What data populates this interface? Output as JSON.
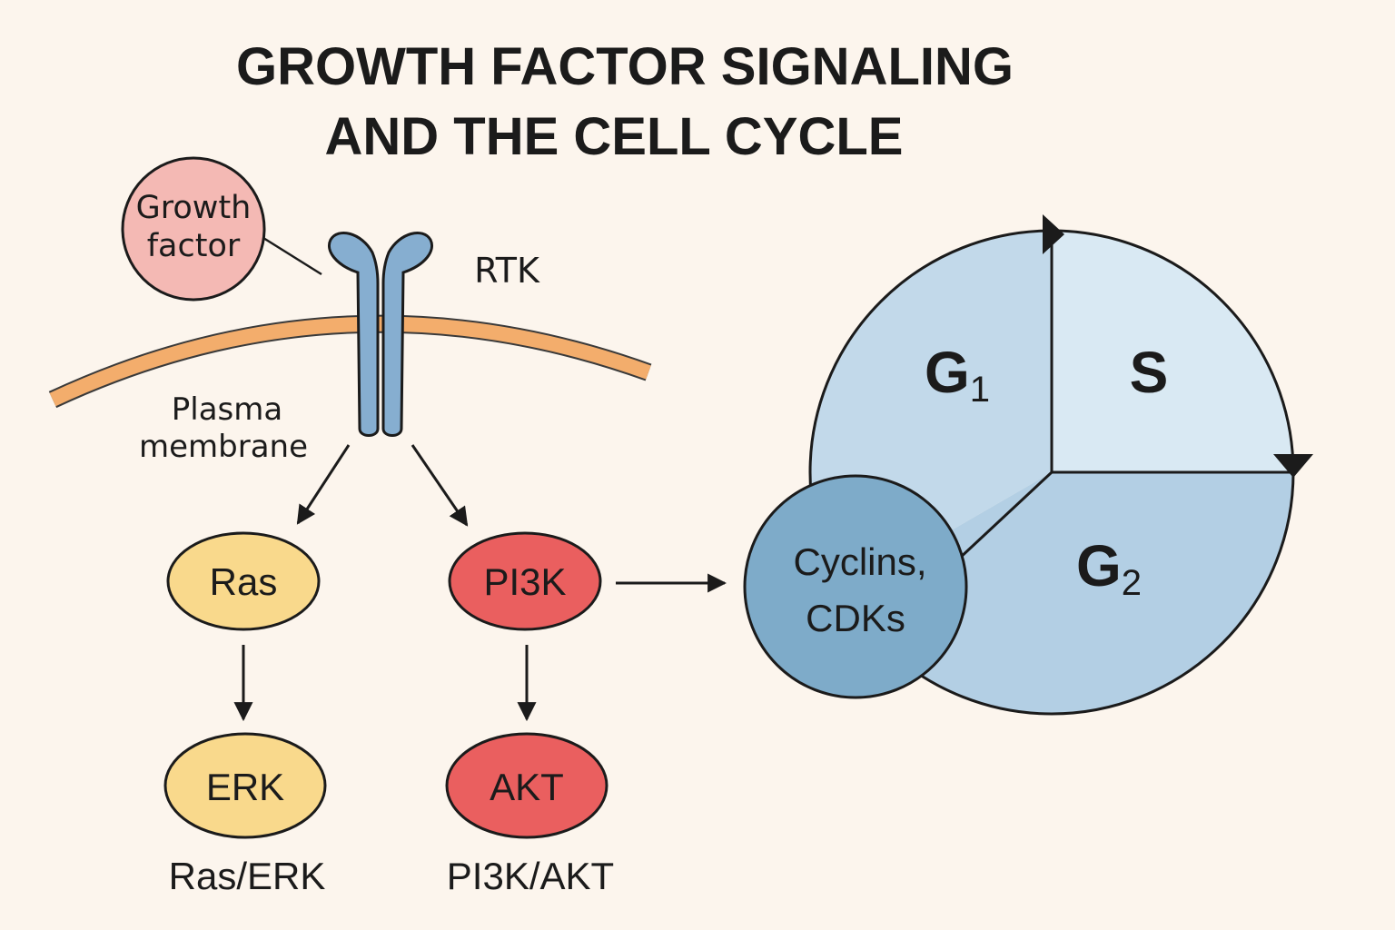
{
  "title": {
    "line1": "GROWTH FACTOR SIGNALING",
    "line2": "AND THE CELL CYCLE"
  },
  "growth_factor": {
    "line1": "Growth",
    "line2": "factor"
  },
  "receptor": {
    "label": "RTK"
  },
  "membrane": {
    "line1": "Plasma",
    "line2": "membrane"
  },
  "nodes": {
    "ras": "Ras",
    "erk": "ERK",
    "pi3k": "PI3K",
    "akt": "AKT"
  },
  "pathways": {
    "ras_erk": "Ras/ERK",
    "pi3k_akt": "PI3K/AKT"
  },
  "cycle": {
    "g1": {
      "letter": "G",
      "sub": "1"
    },
    "s": "S",
    "g2": {
      "letter": "G",
      "sub": "2"
    },
    "cyclins": {
      "line1": "Cyclins,",
      "line2": "CDKs"
    }
  },
  "colors": {
    "background": "#fcf5ed",
    "growth_factor_fill": "#f4b9b4",
    "receptor_fill": "#86aed0",
    "membrane": "#f3ad6c",
    "ras_erk_fill": "#f9d98c",
    "pi3k_akt_fill": "#ea5f5f",
    "g1_fill": "#c2d9ea",
    "s_fill": "#d9e9f3",
    "g2_fill": "#b3cfe4",
    "cyclins_fill": "#7eabc9"
  }
}
